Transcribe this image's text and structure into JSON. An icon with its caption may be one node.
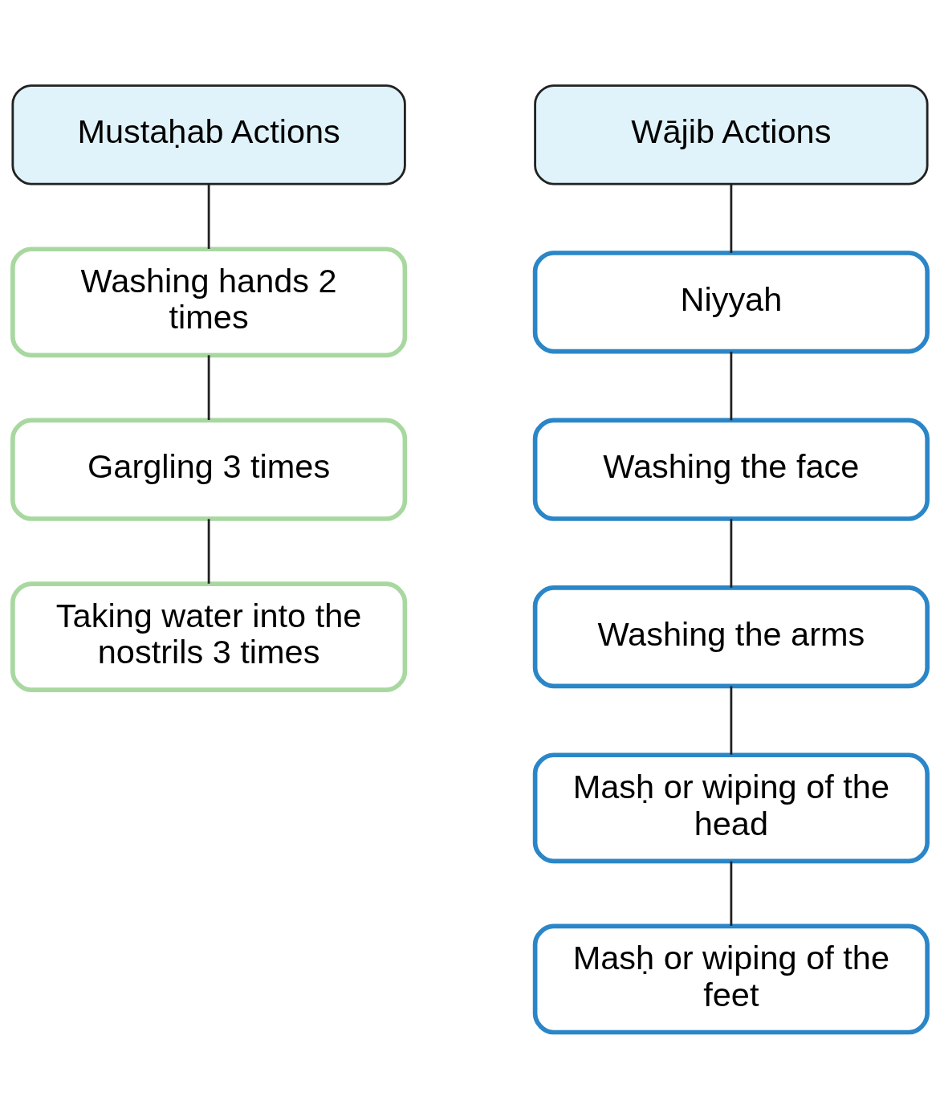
{
  "diagram": {
    "nodes": [
      {
        "text": [
          "Mustaḥab Actions"
        ]
      },
      {
        "text": [
          "Washing hands 2 times"
        ]
      },
      {
        "text": [
          "Gargling 3 times"
        ]
      },
      {
        "text": [
          "Taking water into the nostrils 3 times"
        ]
      },
      {
        "text": [
          "Wājib Actions"
        ]
      },
      {
        "text": [
          "Niyyah"
        ]
      },
      {
        "text": [
          "Washing the face"
        ]
      },
      {
        "text": [
          "Washing the arms"
        ]
      },
      {
        "text": [
          "Masḥ or wiping of the head"
        ]
      },
      {
        "text": [
          "Masḥ or wiping of the feet"
        ]
      }
    ],
    "edges": [
      {
        "from": 0,
        "to": 1,
        "arrow": "none"
      },
      {
        "from": 1,
        "to": 2,
        "arrow": "none"
      },
      {
        "from": 2,
        "to": 3,
        "arrow": "none"
      },
      {
        "from": 4,
        "to": 5,
        "arrow": "none"
      },
      {
        "from": 5,
        "to": 6,
        "arrow": "none"
      },
      {
        "from": 6,
        "to": 7,
        "arrow": "none"
      },
      {
        "from": 7,
        "to": 8,
        "arrow": "none"
      },
      {
        "from": 8,
        "to": 9,
        "arrow": "none"
      }
    ]
  }
}
